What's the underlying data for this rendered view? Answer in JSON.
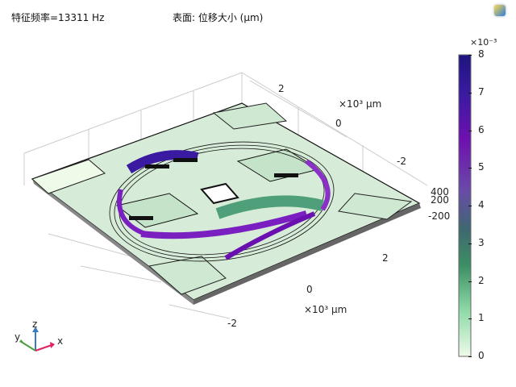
{
  "header": {
    "left_title": "特征频率=13311 Hz",
    "center_title": "表面: 位移大小 (μm)"
  },
  "axes": {
    "y_ticks": [
      "2",
      "0",
      "-2"
    ],
    "y_unit": "×10³ μm",
    "z_ticks": [
      "400",
      "200",
      "-200"
    ],
    "x_ticks": [
      "2",
      "0",
      "-2"
    ],
    "x_unit": "×10³ μm"
  },
  "triad": {
    "z": "z",
    "y": "y",
    "x": "x"
  },
  "colors": {
    "low": "#eefbe9",
    "mid": "#3d7a5c",
    "high": "#1e1480",
    "purple": "#6a10b0"
  },
  "chart_data": {
    "type": "heatmap",
    "title": "表面: 位移大小 (μm)",
    "subtitle": "特征频率=13311 Hz",
    "colorbar": {
      "min": 0,
      "max": 8,
      "multiplier": "×10⁻³",
      "ticks": [
        "0",
        "1",
        "2",
        "3",
        "4",
        "5",
        "6",
        "7",
        "8"
      ],
      "colormap": [
        "#eefbe9",
        "#8fdaa8",
        "#3d8f64",
        "#3e6870",
        "#6a4aa8",
        "#6e10b0",
        "#3a1aa0",
        "#1e1480"
      ]
    }
  }
}
